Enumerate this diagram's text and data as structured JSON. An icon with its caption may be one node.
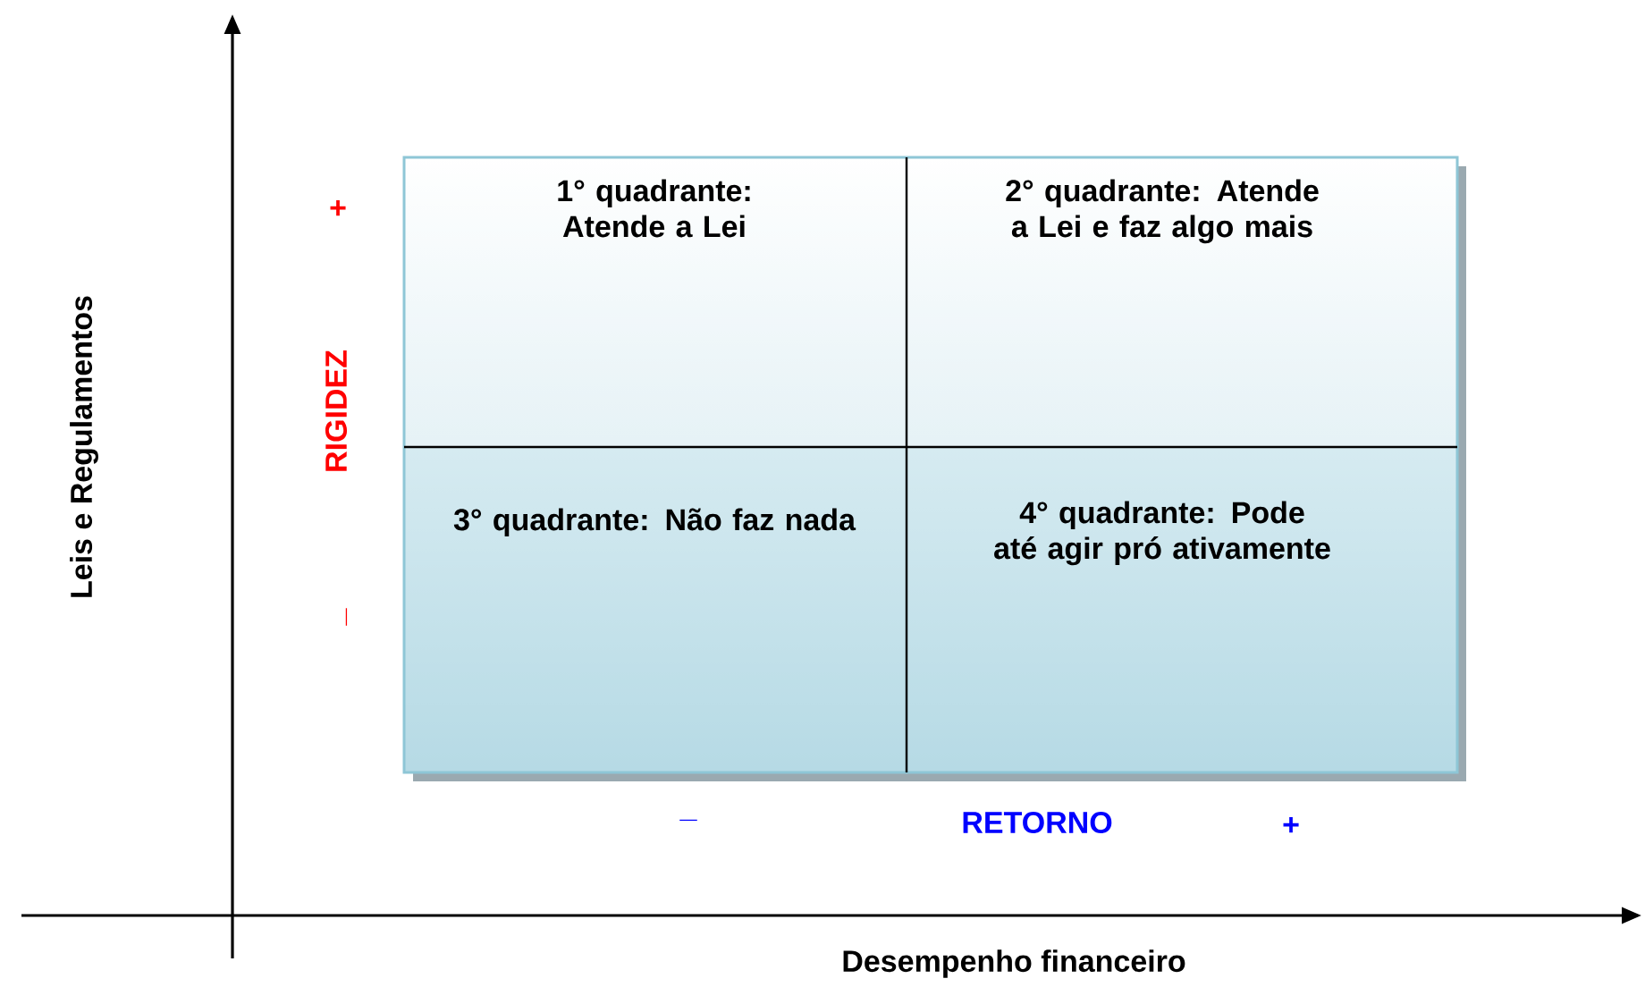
{
  "diagram": {
    "nodes": [
      {
        "text": [
          "1° quadrante: Atende a Lei"
        ]
      },
      {
        "text": [
          "2° quadrante: Atende a Lei e faz algo mais"
        ]
      },
      {
        "text": [
          "3° quadrante: Não faz nada"
        ]
      },
      {
        "text": [
          "4° quadrante: Pode até agir pró ativamente"
        ]
      }
    ],
    "edges": [],
    "labels": [
      "+",
      "Leis e Regulamentos",
      "RIGIDEZ",
      "_",
      "_",
      "RETORNO",
      "+",
      "Desempenho financeiro"
    ]
  }
}
